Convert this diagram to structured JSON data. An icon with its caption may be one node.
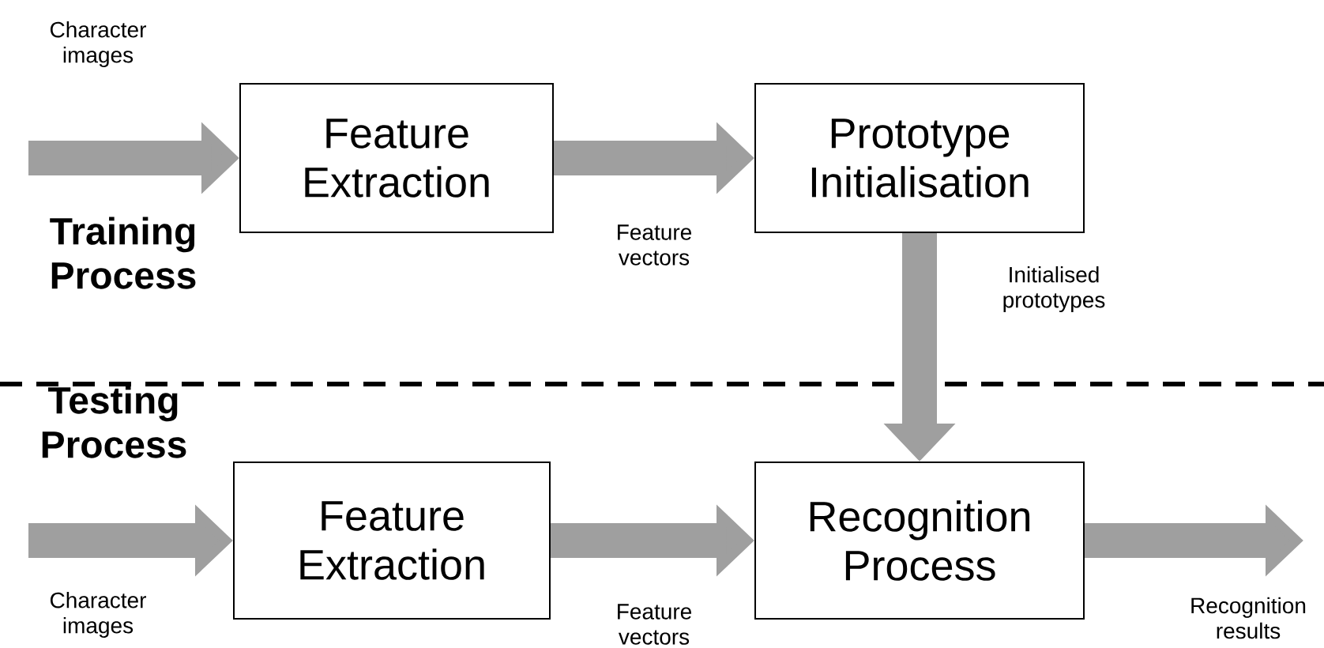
{
  "diagram": {
    "nodes": [
      {
        "text": [
          "Feature Extraction"
        ]
      },
      {
        "text": [
          "Prototype Initialisation"
        ]
      },
      {
        "text": [
          "Feature Extraction"
        ]
      },
      {
        "text": [
          "Recognition Process"
        ]
      }
    ],
    "edges": [
      {
        "from": null,
        "to": 0,
        "arrow": "to",
        "label": "Character images"
      },
      {
        "from": 0,
        "to": 1,
        "arrow": "to",
        "label": "Feature vectors"
      },
      {
        "from": 1,
        "to": 3,
        "arrow": "to",
        "label": "Initialised prototypes"
      },
      {
        "from": null,
        "to": 2,
        "arrow": "to",
        "label": "Character images"
      },
      {
        "from": 2,
        "to": 3,
        "arrow": "to",
        "label": "Feature vectors"
      },
      {
        "from": 3,
        "to": null,
        "arrow": "to",
        "label": "Recognition results"
      }
    ],
    "labels": [
      "Training Process",
      "Testing Process"
    ]
  }
}
